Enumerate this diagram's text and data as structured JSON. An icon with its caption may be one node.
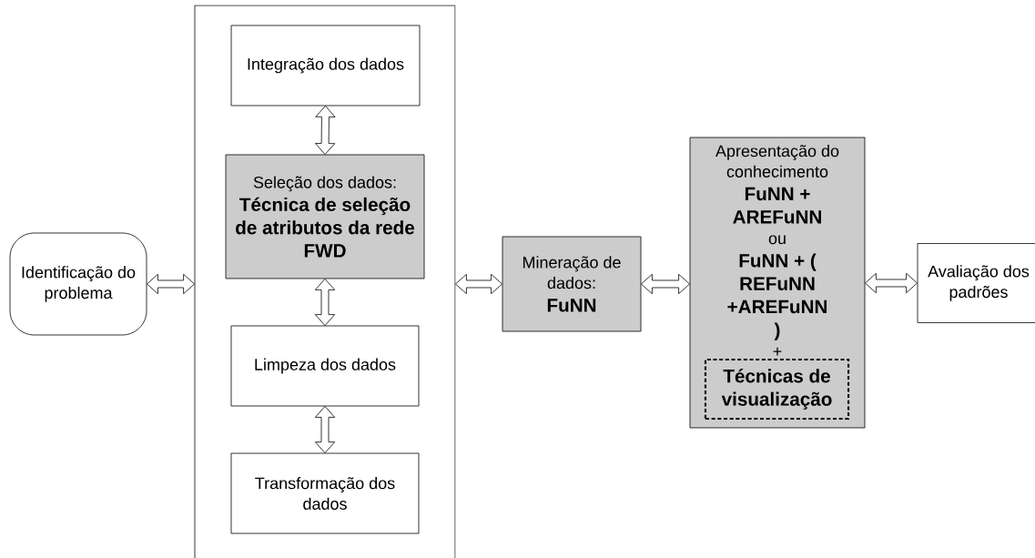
{
  "diagram": {
    "nodes": [
      {
        "text": [
          "Identificação do problema"
        ]
      },
      {
        "text": [],
        "shape": "box"
      },
      {
        "text": [
          "Integração dos dados"
        ],
        "in": 1
      },
      {
        "text": [
          "Seleção dos dados:",
          "Técnica de seleção de atributos da rede FWD"
        ],
        "in": 1
      },
      {
        "text": [
          "Limpeza dos dados"
        ],
        "in": 1
      },
      {
        "text": [
          "Transformação dos dados"
        ],
        "in": 1
      },
      {
        "text": [
          "Mineração de dados:",
          "FuNN"
        ]
      },
      {
        "text": [
          "Apresentação do conhecimento",
          "FuNN + AREFuNN",
          "ou",
          "FuNN + ( REFuNN +AREFuNN )",
          "+"
        ]
      },
      {
        "text": [
          "Técnicas de visualização"
        ],
        "in": 7
      },
      {
        "text": [
          "Avaliação dos padrões"
        ]
      }
    ],
    "edges": [
      {
        "from": 0,
        "to": 1,
        "arrow": "both"
      },
      {
        "from": 2,
        "to": 3,
        "arrow": "both"
      },
      {
        "from": 3,
        "to": 4,
        "arrow": "both"
      },
      {
        "from": 4,
        "to": 5,
        "arrow": "both"
      },
      {
        "from": 1,
        "to": 6,
        "arrow": "both"
      },
      {
        "from": 6,
        "to": 7,
        "arrow": "both"
      },
      {
        "from": 7,
        "to": 9,
        "arrow": "both"
      }
    ]
  }
}
